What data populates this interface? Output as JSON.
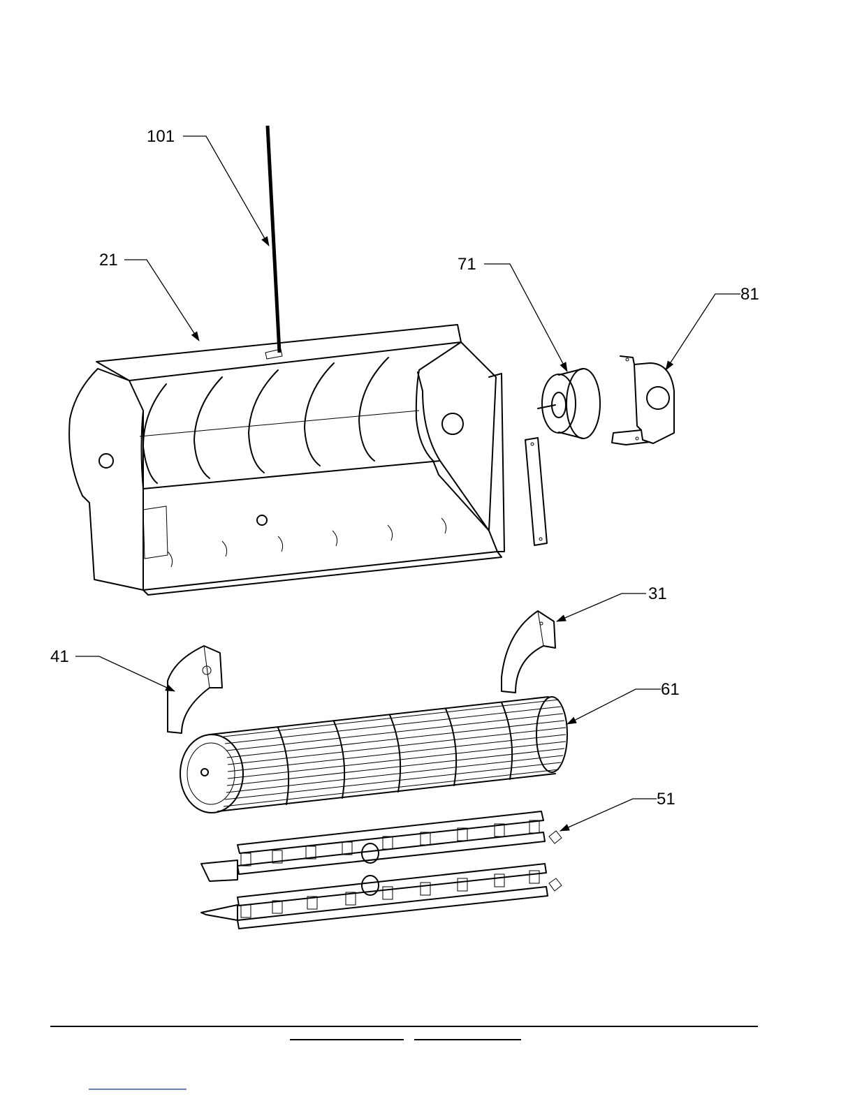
{
  "diagram": {
    "callouts": [
      {
        "id": "101",
        "label": "101"
      },
      {
        "id": "21",
        "label": "21"
      },
      {
        "id": "71",
        "label": "71"
      },
      {
        "id": "81",
        "label": "81"
      },
      {
        "id": "31",
        "label": "31"
      },
      {
        "id": "41",
        "label": "41"
      },
      {
        "id": "61",
        "label": "61"
      },
      {
        "id": "51",
        "label": "51"
      }
    ]
  },
  "colors": {
    "ink": "#000000",
    "paper": "#ffffff",
    "link_underline": "#3355cc"
  }
}
